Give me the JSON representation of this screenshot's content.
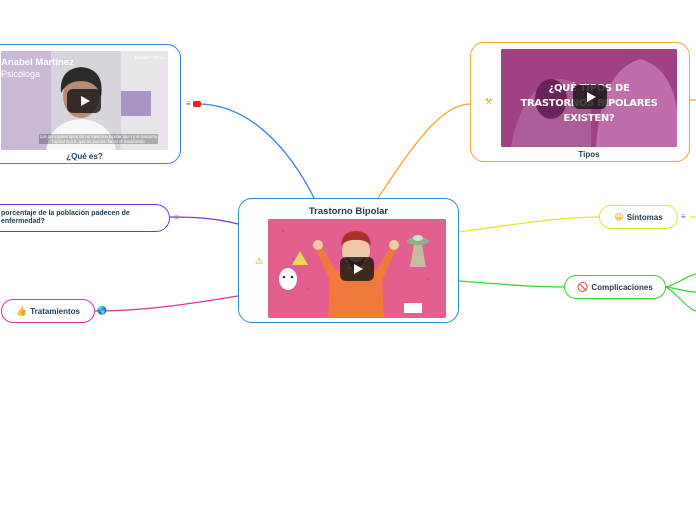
{
  "colors": {
    "central": "#2b8fc6",
    "que_es": "#3a7fe0",
    "tipos": "#f5a623",
    "porcentaje": "#7b35d6",
    "tratamientos": "#e0329a",
    "sintomas": "#e3e334",
    "complicaciones": "#35d335"
  },
  "central": {
    "title": "Trastorno Bipolar",
    "warning_icon": "warning-icon"
  },
  "que_es": {
    "label": "¿Qué es?",
    "video_name": "Anabel Martínez",
    "video_role": "Psicóloga",
    "video_corner": "Bipolar? Clínic",
    "video_caption": "Los principales tipos son el trastorno bipolar tipo I y el trastorno bipolar tipo II, que se pueden hacer el tratamiento"
  },
  "tipos": {
    "label": "Tipos",
    "video_title": "¿QUÉ TIPOS DE TRASTORNOS BIPOLARES EXISTEN?"
  },
  "porcentaje": {
    "label": "porcentaje de la población padecen de enfermedad?"
  },
  "tratamientos": {
    "label": "Tratamientos"
  },
  "sintomas": {
    "label": "Síntomas"
  },
  "complicaciones": {
    "label": "Complicaciones"
  }
}
